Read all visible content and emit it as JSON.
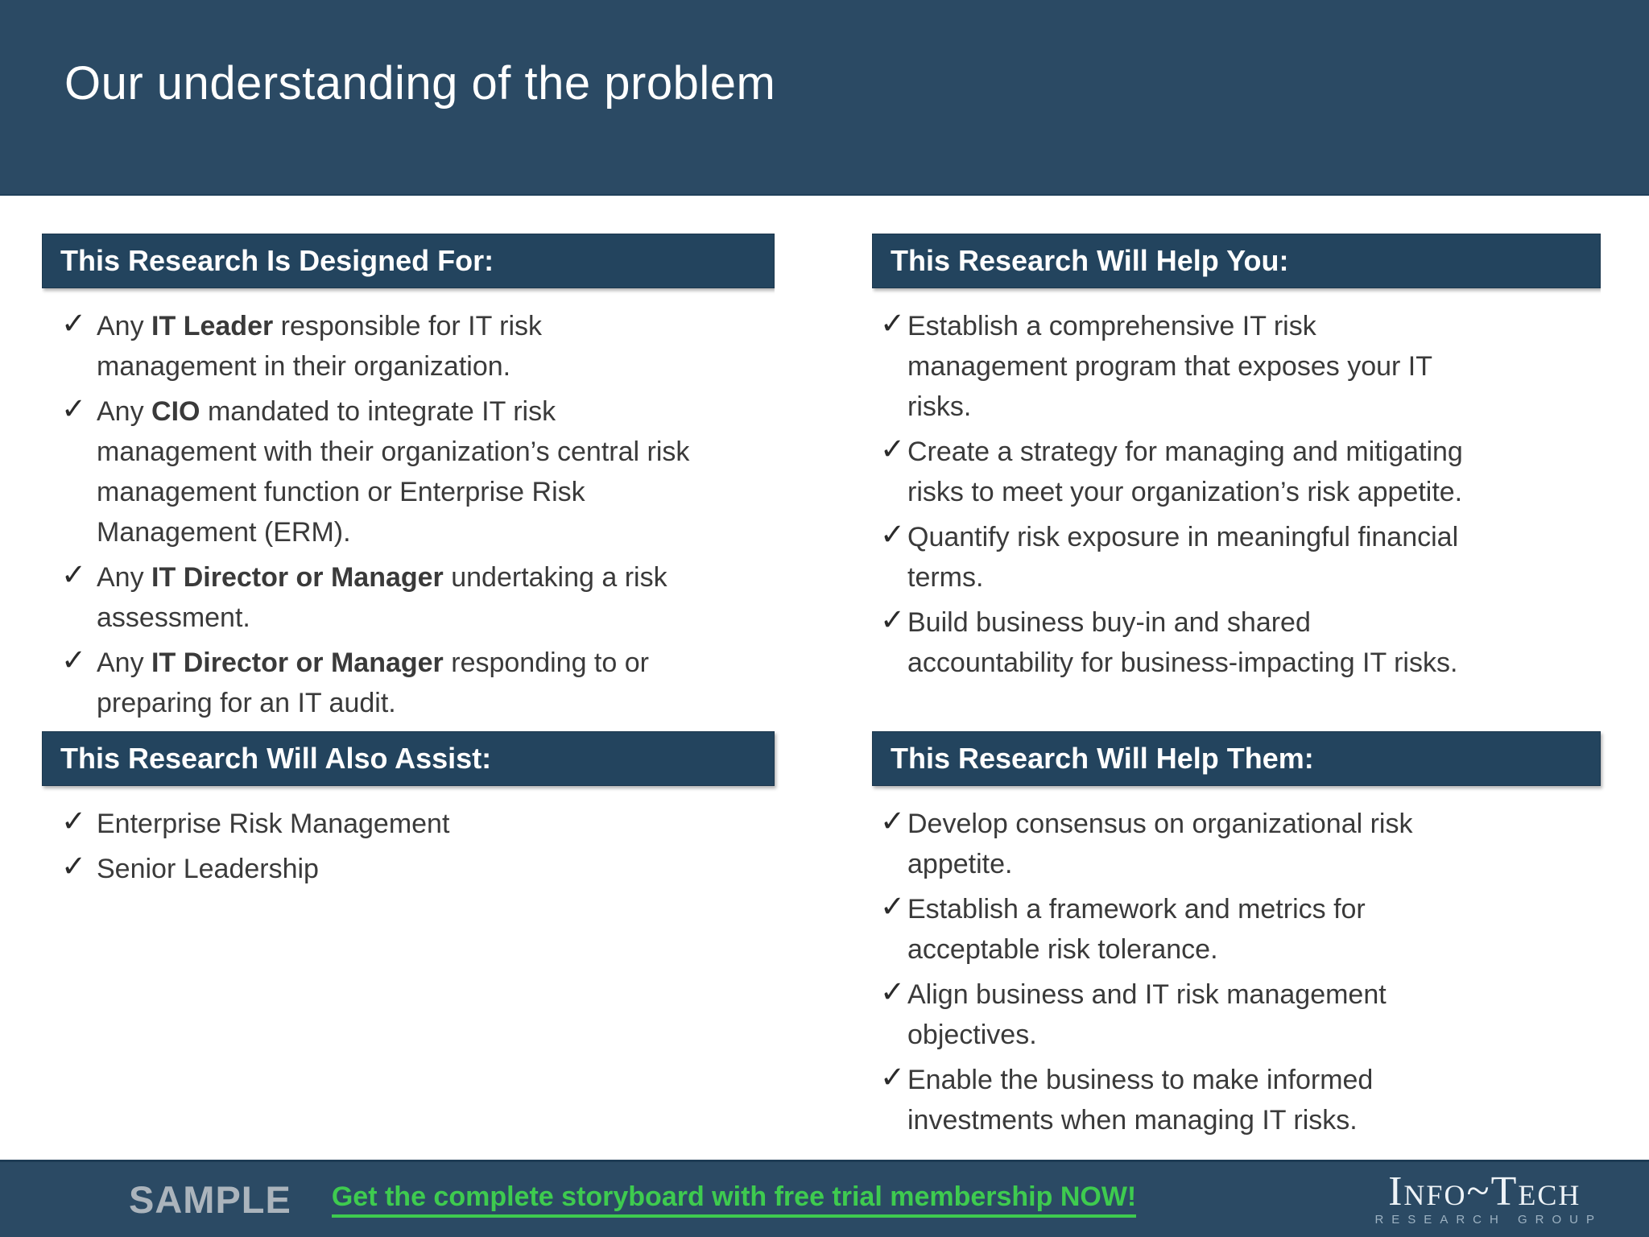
{
  "slide": {
    "title": "Our understanding of the problem",
    "bullet_char": "✓",
    "sections": {
      "designed_for": {
        "header": "This Research Is Designed For:",
        "items": [
          [
            {
              "text": "Any "
            },
            {
              "text": "IT Leader",
              "bold": true
            },
            {
              "text": " responsible for IT risk management in their organization."
            }
          ],
          [
            {
              "text": "Any "
            },
            {
              "text": "CIO",
              "bold": true
            },
            {
              "text": " mandated to integrate IT risk management with their organization’s central risk management function or Enterprise Risk Management (ERM)."
            }
          ],
          [
            {
              "text": "Any "
            },
            {
              "text": "IT Director or Manager",
              "bold": true
            },
            {
              "text": " undertaking a risk assessment."
            }
          ],
          [
            {
              "text": "Any "
            },
            {
              "text": "IT Director or Manager",
              "bold": true
            },
            {
              "text": " responding to or preparing for an IT audit."
            }
          ]
        ]
      },
      "help_you": {
        "header": "This Research Will Help You:",
        "items": [
          [
            {
              "text": "Establish a comprehensive IT risk management program that exposes your IT risks."
            }
          ],
          [
            {
              "text": "Create a strategy for managing and mitigating risks to meet your organization’s risk appetite."
            }
          ],
          [
            {
              "text": "Quantify risk exposure in meaningful financial terms."
            }
          ],
          [
            {
              "text": "Build business buy-in and shared accountability for business-impacting IT risks."
            }
          ]
        ]
      },
      "also_assist": {
        "header": "This Research Will Also Assist:",
        "items": [
          [
            {
              "text": "Enterprise Risk Management"
            }
          ],
          [
            {
              "text": "Senior Leadership"
            }
          ]
        ]
      },
      "help_them": {
        "header": "This Research Will Help Them:",
        "items": [
          [
            {
              "text": "Develop consensus on organizational risk appetite."
            }
          ],
          [
            {
              "text": "Establish a framework and metrics for acceptable risk tolerance."
            }
          ],
          [
            {
              "text": "Align business and IT risk management objectives."
            }
          ],
          [
            {
              "text": "Enable the business to make informed investments when managing IT risks."
            }
          ]
        ]
      }
    },
    "footer": {
      "sample_label": "SAMPLE",
      "link_text": "Get the complete storyboard with free trial membership NOW!",
      "brand": {
        "name": "Info~Tech",
        "subtitle": "RESEARCH GROUP"
      }
    },
    "colors": {
      "banner_bg": "#2B4A64",
      "section_header_bg": "#23445E",
      "footer_bg": "#2B4A64",
      "link_green": "#3ECB4F",
      "body_text": "#3A3A3A",
      "check_color": "#2B2B2B",
      "sample_gray": "#ABB4BC",
      "logo_white": "#EEF3F7",
      "logo_subtitle_gray": "#9DB2C2",
      "title_white": "#FFFFFF"
    }
  }
}
